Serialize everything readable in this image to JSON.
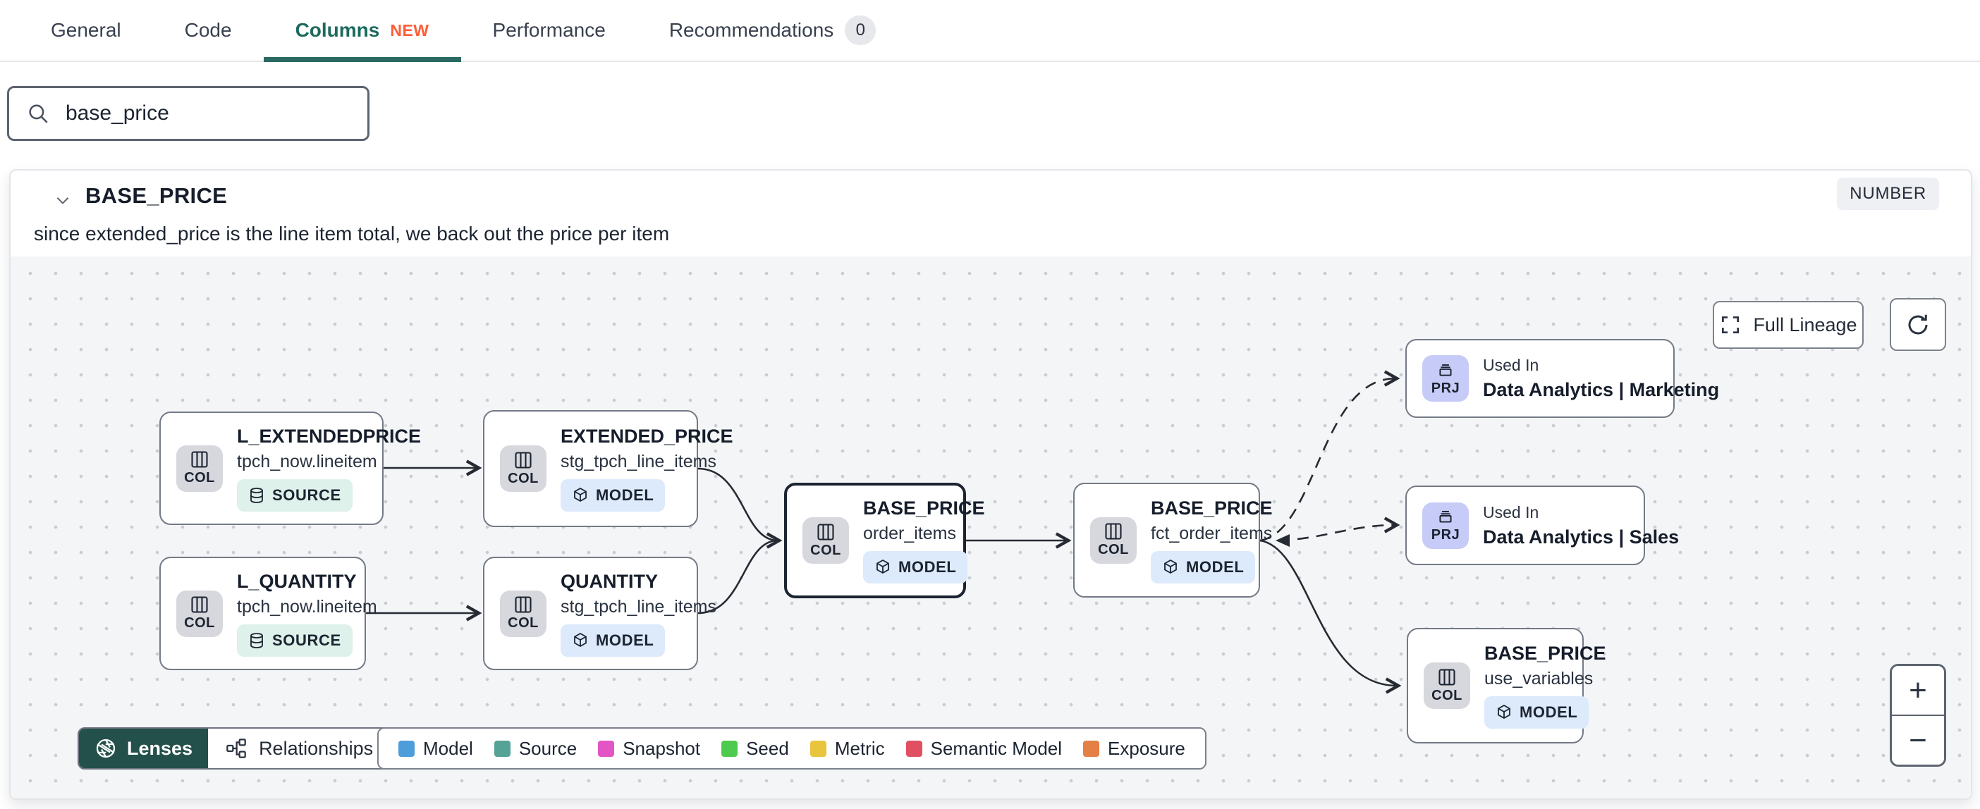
{
  "tabs": {
    "items": [
      {
        "label": "General"
      },
      {
        "label": "Code"
      },
      {
        "label": "Columns",
        "badge": "NEW",
        "active": true
      },
      {
        "label": "Performance"
      },
      {
        "label": "Recommendations",
        "count": "0"
      }
    ]
  },
  "search": {
    "value": "base_price"
  },
  "panel": {
    "title": "BASE_PRICE",
    "type_badge": "NUMBER",
    "description": "since extended_price is the line item total, we back out the price per item"
  },
  "graph": {
    "controls": {
      "full_lineage": "Full Lineage",
      "zoom_in": "+",
      "zoom_out": "−"
    },
    "toolbar": {
      "lenses": "Lenses",
      "relationships": "Relationships"
    },
    "legend": {
      "items": [
        {
          "label": "Model",
          "color": "#4e9ddb"
        },
        {
          "label": "Source",
          "color": "#55a296"
        },
        {
          "label": "Snapshot",
          "color": "#e355c4"
        },
        {
          "label": "Seed",
          "color": "#4ecb4e"
        },
        {
          "label": "Metric",
          "color": "#e8c53d"
        },
        {
          "label": "Semantic Model",
          "color": "#e14f62"
        },
        {
          "label": "Exposure",
          "color": "#e47f45"
        }
      ]
    },
    "nodes": [
      {
        "badge": "COL",
        "title": "L_EXTENDEDPRICE",
        "subtitle": "tpch_now.lineitem",
        "tag": "SOURCE"
      },
      {
        "badge": "COL",
        "title": "EXTENDED_PRICE",
        "subtitle": "stg_tpch_line_items",
        "tag": "MODEL"
      },
      {
        "badge": "COL",
        "title": "L_QUANTITY",
        "subtitle": "tpch_now.lineitem",
        "tag": "SOURCE"
      },
      {
        "badge": "COL",
        "title": "QUANTITY",
        "subtitle": "stg_tpch_line_items",
        "tag": "MODEL"
      },
      {
        "badge": "COL",
        "title": "BASE_PRICE",
        "subtitle": "order_items",
        "tag": "MODEL",
        "selected": true
      },
      {
        "badge": "COL",
        "title": "BASE_PRICE",
        "subtitle": "fct_order_items",
        "tag": "MODEL"
      },
      {
        "badge": "PRJ",
        "kicker": "Used In",
        "title": "Data Analytics | Marketing"
      },
      {
        "badge": "PRJ",
        "kicker": "Used In",
        "title": "Data Analytics | Sales"
      },
      {
        "badge": "COL",
        "title": "BASE_PRICE",
        "subtitle": "use_variables",
        "tag": "MODEL"
      }
    ],
    "colors": {
      "accent_teal": "#1d6a5e",
      "lenses_bg": "#23504a",
      "new_badge": "#ff5c35",
      "source_tag_bg": "#def1ea",
      "model_tag_bg": "#dceafb",
      "project_badge_bg": "#c7cbf7",
      "column_badge_bg": "#d6d8dd",
      "canvas_bg": "#f4f5f7",
      "edge": "#262b33"
    }
  }
}
